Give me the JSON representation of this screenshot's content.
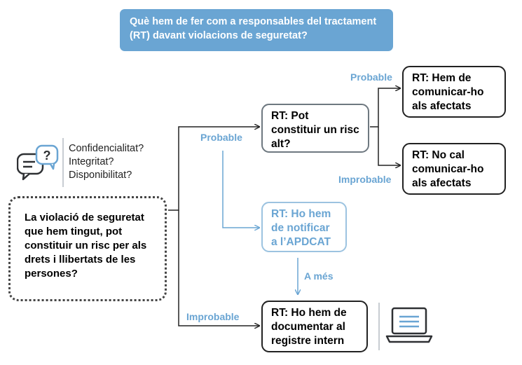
{
  "title": "Què hem de fer com a responsables del tractament (RT) davant violacions de seguretat?",
  "question": "La violació de seguretat que hem tingut, pot constituir un risc per als drets i llibertats de les persones?",
  "criteria": [
    "Confidencialitat?",
    "Integritat?",
    "Disponibilitat?"
  ],
  "nodes": {
    "risc_alt": "RT: Pot constituir un risc alt?",
    "comunicar": "RT: Hem de comunicar-ho als afectats",
    "no_comunicar": "RT: No cal comunicar-ho als afectats",
    "notificar": "RT: Ho hem de notificar a l’APDCAT",
    "documentar": "RT: Ho hem de documentar al registre intern"
  },
  "edge_labels": {
    "probable_top": "Probable",
    "improbable_bottom": "Improbable",
    "probable_right": "Probable",
    "improbable_right": "Improbable",
    "a_mes": "A més"
  },
  "icons": {
    "question": "speech-bubble-question-icon",
    "laptop": "laptop-icon"
  },
  "colors": {
    "accent": "#6aa5d3",
    "dark": "#222222",
    "gray": "#6e7880"
  }
}
